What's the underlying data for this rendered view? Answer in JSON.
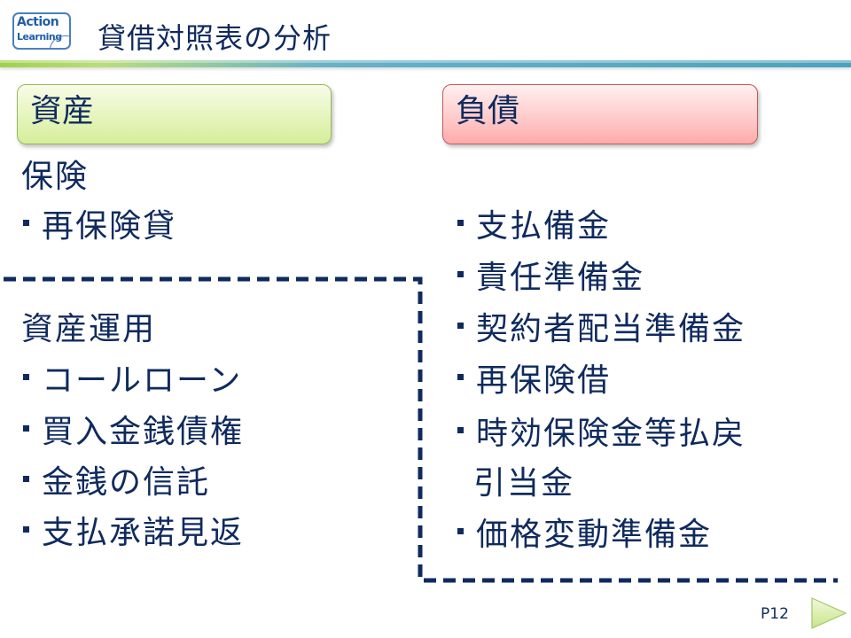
{
  "logo": {
    "line1": "Action",
    "line2": "Learning"
  },
  "header": {
    "title": "貸借対照表の分析"
  },
  "assets": {
    "heading": "資産",
    "insurance_section": {
      "title": "保険",
      "items": [
        "再保険貸"
      ]
    },
    "investment_section": {
      "title": "資産運用",
      "items": [
        "コールローン",
        "買入金銭債権",
        "金銭の信託",
        "支払承諾見返"
      ]
    }
  },
  "liabilities": {
    "heading": "負債",
    "items": [
      "支払備金",
      "責任準備金",
      "契約者配当準備金",
      "再保険借",
      "時効保険金等払戻",
      "価格変動準備金"
    ],
    "item5_continuation": "引当金"
  },
  "footer": {
    "page_number": "P12",
    "next_icon": "next-arrow-icon"
  },
  "colors": {
    "text": "#0f2a5e",
    "asset_header": "#e6f5bc",
    "liability_header": "#ffc8c8",
    "dashed_border": "#0f2a5e",
    "next_button": "#d5ee9a"
  }
}
